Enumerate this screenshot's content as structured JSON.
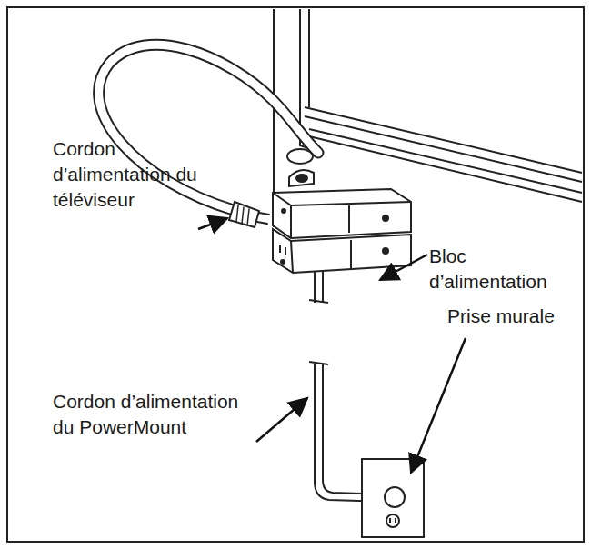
{
  "diagram": {
    "labels": [
      "Cordon d’alimentation du téléviseur",
      "Bloc d’alimentation",
      "Prise murale",
      "Cordon d’alimentation du PowerMount"
    ]
  }
}
